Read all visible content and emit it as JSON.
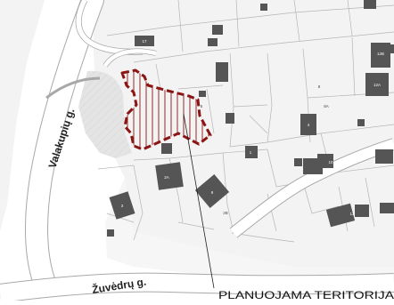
{
  "streets": {
    "valakupiu": "Valakupių g.",
    "zuvedru": "Žuvėdrų g."
  },
  "callout": {
    "label": "PLANUOJAMA TERITORIJA"
  },
  "house_numbers": {
    "n17": "17",
    "n12a": "12A",
    "n12b": "12B",
    "n8": "8",
    "n8a": "8A",
    "n1": "1",
    "n2a": "2A",
    "n2b": "2B",
    "n13": "13",
    "n4": "4",
    "n10": "10",
    "n9": "9",
    "n3": "3",
    "n5": "5"
  },
  "colors": {
    "territory_outline": "#8b1414",
    "building": "#555555",
    "road_fill": "#ffffff",
    "map_background": "#f2f2f2",
    "water_hatch": "#e0e0e0"
  }
}
